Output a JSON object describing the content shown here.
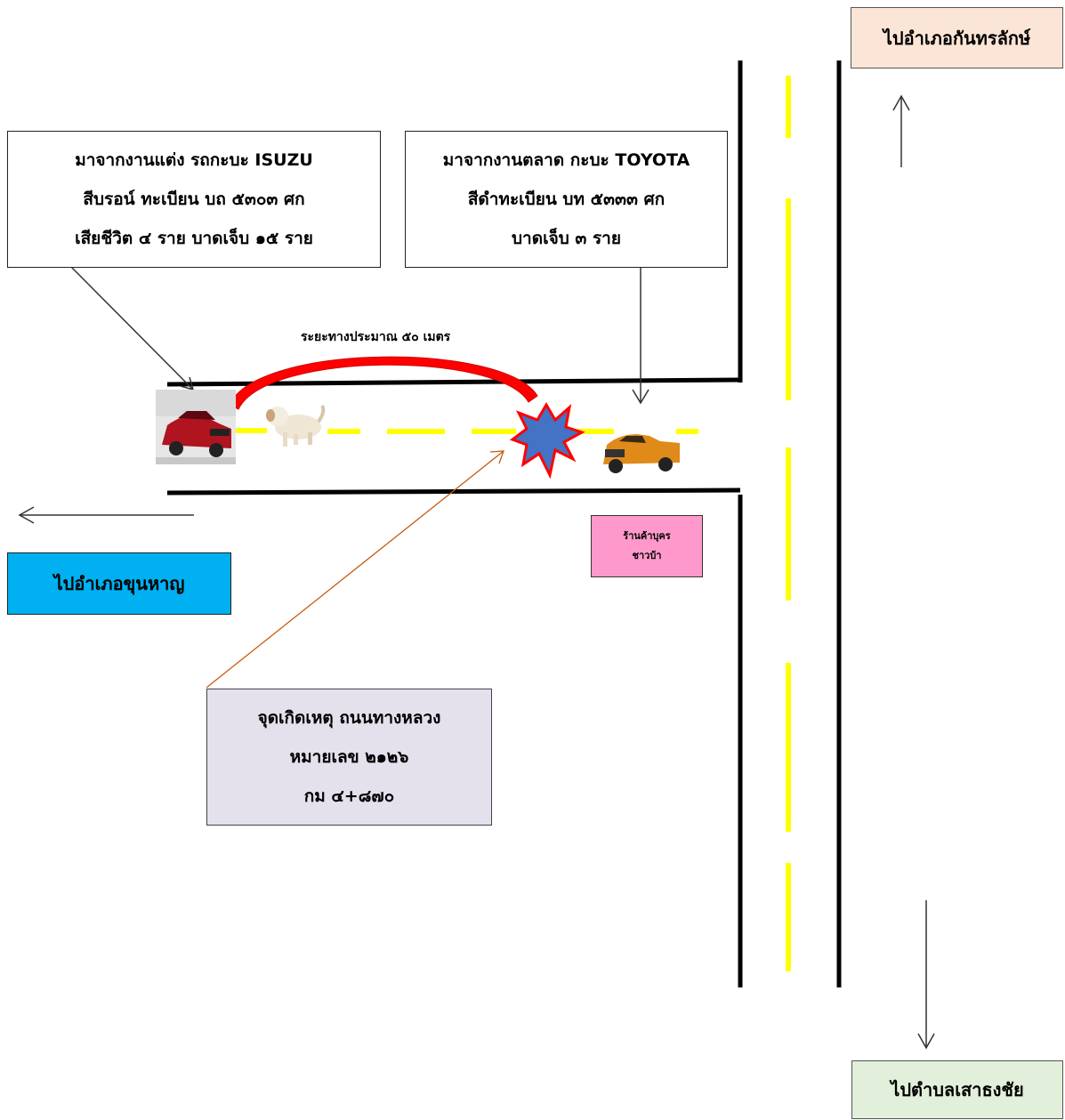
{
  "destinations": {
    "top_right": "ไปอำเภอกันทรลักษ์",
    "left": "ไปอำเภอขุนหาญ",
    "bottom_right": "ไปตำบลเสาธงชัย"
  },
  "isuzu_box": {
    "lines": [
      "มาจากงานแต่ง รถกะบะ ISUZU",
      "สีบรอน์ ทะเบียน บถ ๕๓๐๓ ศก",
      "เสียชีวิต ๔ ราย บาดเจ็บ ๑๕ ราย"
    ]
  },
  "toyota_box": {
    "lines": [
      "มาจากงานตลาด กะบะ TOYOTA",
      "สีดำทะเบียน บท ๕๓๓๓ ศก",
      "บาดเจ็บ ๓ ราย"
    ]
  },
  "distance_label": "ระยะทางประมาณ ๕๐ เมตร",
  "store_box": {
    "lines": [
      "ร้านค้าบุคร",
      "ชาวบ้า"
    ]
  },
  "accident_box": {
    "lines": [
      "จุดเกิดเหตุ ถนนทางหลวง",
      "หมายเลข ๒๑๒๖",
      "กม ๔+๘๗๐"
    ]
  },
  "colors": {
    "top_right_dest_bg": "#fbe5d6",
    "left_dest_bg": "#00b0f0",
    "bottom_right_dest_bg": "#e2efda",
    "store_bg": "#ff99cc",
    "accident_bg": "#e4e0ec",
    "center_line": "#ffff00",
    "arc": "#ff0000",
    "collision_fill": "#4472c4",
    "collision_border": "#ff0000",
    "pointer_line": "#c55a11",
    "isuzu_car": "#b0141f",
    "toyota_car": "#e08a1a"
  },
  "icons": [
    "red-pickup-icon",
    "dog-icon",
    "orange-pickup-icon",
    "collision-burst-icon"
  ]
}
